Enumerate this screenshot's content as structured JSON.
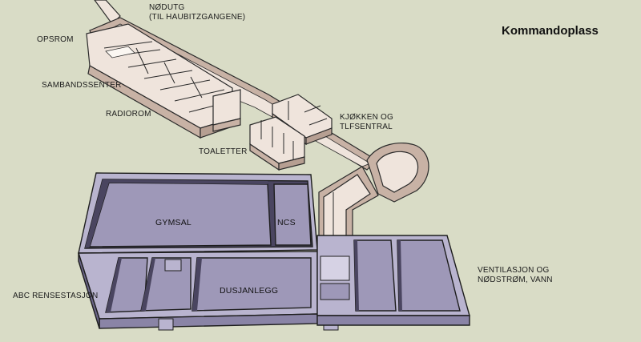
{
  "title": "Kommandoplass",
  "labels": {
    "nodutg_1": "NØDUTG",
    "nodutg_2": "(TIL HAUBITZGANGENE)",
    "opsrom": "OPSROM",
    "sambandssenter": "SAMBANDSSENTER",
    "radiorom": "RADIOROM",
    "kjokken_1": "KJØKKEN OG",
    "kjokken_2": "TLFSENTRAL",
    "toaletter": "TOALETTER",
    "gymsal": "GYMSAL",
    "ncs": "NCS",
    "dusjanlegg": "DUSJANLEGG",
    "abc": "ABC RENSESTASJON",
    "vent_1": "VENTILASJON OG",
    "vent_2": "NØDSTRØM, VANN"
  },
  "colors": {
    "background": "#d9dcc6",
    "upper_floor": "#efe4dc",
    "upper_wall": "#c8b2a5",
    "lower_floor": "#9e98b8",
    "lower_top": "#b9b4cf",
    "lower_wall": "#4a4560",
    "outline": "#222222"
  }
}
